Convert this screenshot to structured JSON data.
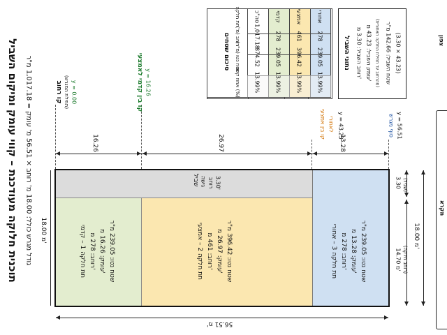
{
  "title": "תוכנית חלוקה מעודכנת – קווי עומק ומיקום השביל",
  "subtitle": "גודל מגרש כולל: 18.00 מ' רוחב × 56.51 מ' עומק = 1,017.18 מ\"ר",
  "compass": "צפון",
  "lines": {
    "rear": {
      "label": "קו רחוב",
      "sub": "(תחילת המגרש)",
      "y": "y = 0.00"
    },
    "front_mid": {
      "label": "קו בין קדמי לאמצעי",
      "y": "y = 16.26"
    },
    "mid_rear": {
      "label": "קו בין אמצעי",
      "sub": "לאחורי",
      "y": "y = 43.23"
    },
    "end": {
      "label": "סוף מגרש",
      "y": "y = 56.51"
    }
  },
  "dims": {
    "seg1": "16.26",
    "seg2": "26.97",
    "seg3": "13.28",
    "total_depth": "56.51 מ'",
    "width_top": "18.00 מ'",
    "width_right": "18.00 מ'",
    "path_w": "3.30",
    "path_w_sub": "(שביל)",
    "lot_w": "14.70 מ'",
    "lot_w_sub": "(רוחב חלקה)"
  },
  "path": {
    "l1": "שביל",
    "l2": "גישה",
    "l3": "רוחב",
    "l4": "3.30'"
  },
  "parcels": [
    {
      "name": "תת חלקה 1 – קדמי",
      "width": "רוחב: 278 מ'",
      "depth": "עומק: 16.26 מ'",
      "area": "שטח נטו: 239.05 מ\"ר"
    },
    {
      "name": "תת חלקה 2 – אמצעי",
      "width": "רוחב: 461 מ'",
      "depth": "עומק: 26.97 מ'",
      "area": "שטח נטו: 396.42 מ\"ר"
    },
    {
      "name": "תת חלקה 3 – אחורי",
      "width": "רוחב: 278 מ'",
      "depth": "עומק: 13.28 מ'",
      "area": "שטח נטו: 239.05 מ\"ר"
    }
  ],
  "summary": {
    "title": "סיכום שטחים",
    "headers": [
      "תת חלקה",
      "רוחב (מ')",
      "שטח נטו (מ\"ר)",
      "אחוז קיזוז (%)"
    ],
    "rows": [
      [
        "קדמי",
        "278",
        "239.05",
        "13.99%"
      ],
      [
        "אמצעי",
        "461",
        "396.42",
        "13.99%"
      ],
      [
        "אחורי",
        "278",
        "239.05",
        "13.99%"
      ],
      [
        "סה\"כ",
        "1,017.18",
        "874.52",
        "13.99%"
      ]
    ]
  },
  "pathinfo": {
    "title": "נתוני השביל",
    "l1": "רוחב השביל: 3.30 מ'",
    "l2": "עומק השביל: 43.23 מ'",
    "l3": "(מהרחוב עד תחילת החלקה האחורית)",
    "l4": "שטח השביל: 142.66 מ\"ר",
    "l5": "(3.30 × 43.23)"
  },
  "legend_partial": "מקרא"
}
